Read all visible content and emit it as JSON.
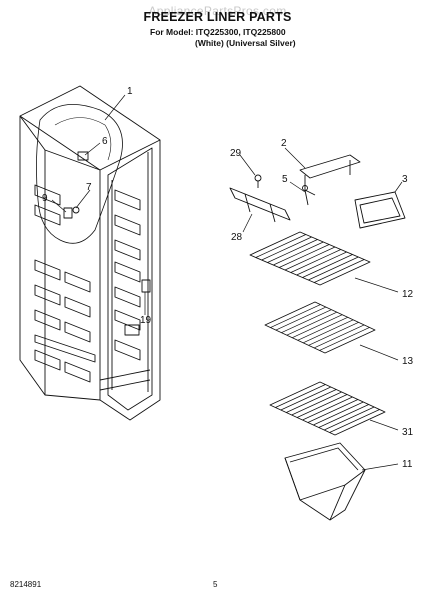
{
  "header": {
    "watermark": "AppliancePartsPros.com",
    "title": "FREEZER LINER PARTS",
    "model_line": "For Model: ITQ225300, ITQ225800",
    "color_line": "(White) (Universal Silver)"
  },
  "callouts": {
    "c1": "1",
    "c2": "2",
    "c3": "3",
    "c5": "5",
    "c6": "6",
    "c7": "7",
    "c9": "9",
    "c11": "11",
    "c12": "12",
    "c13": "13",
    "c19": "19",
    "c28": "28",
    "c29": "29",
    "c31": "31"
  },
  "footer": {
    "doc_number": "8214891",
    "page_number": "5"
  }
}
